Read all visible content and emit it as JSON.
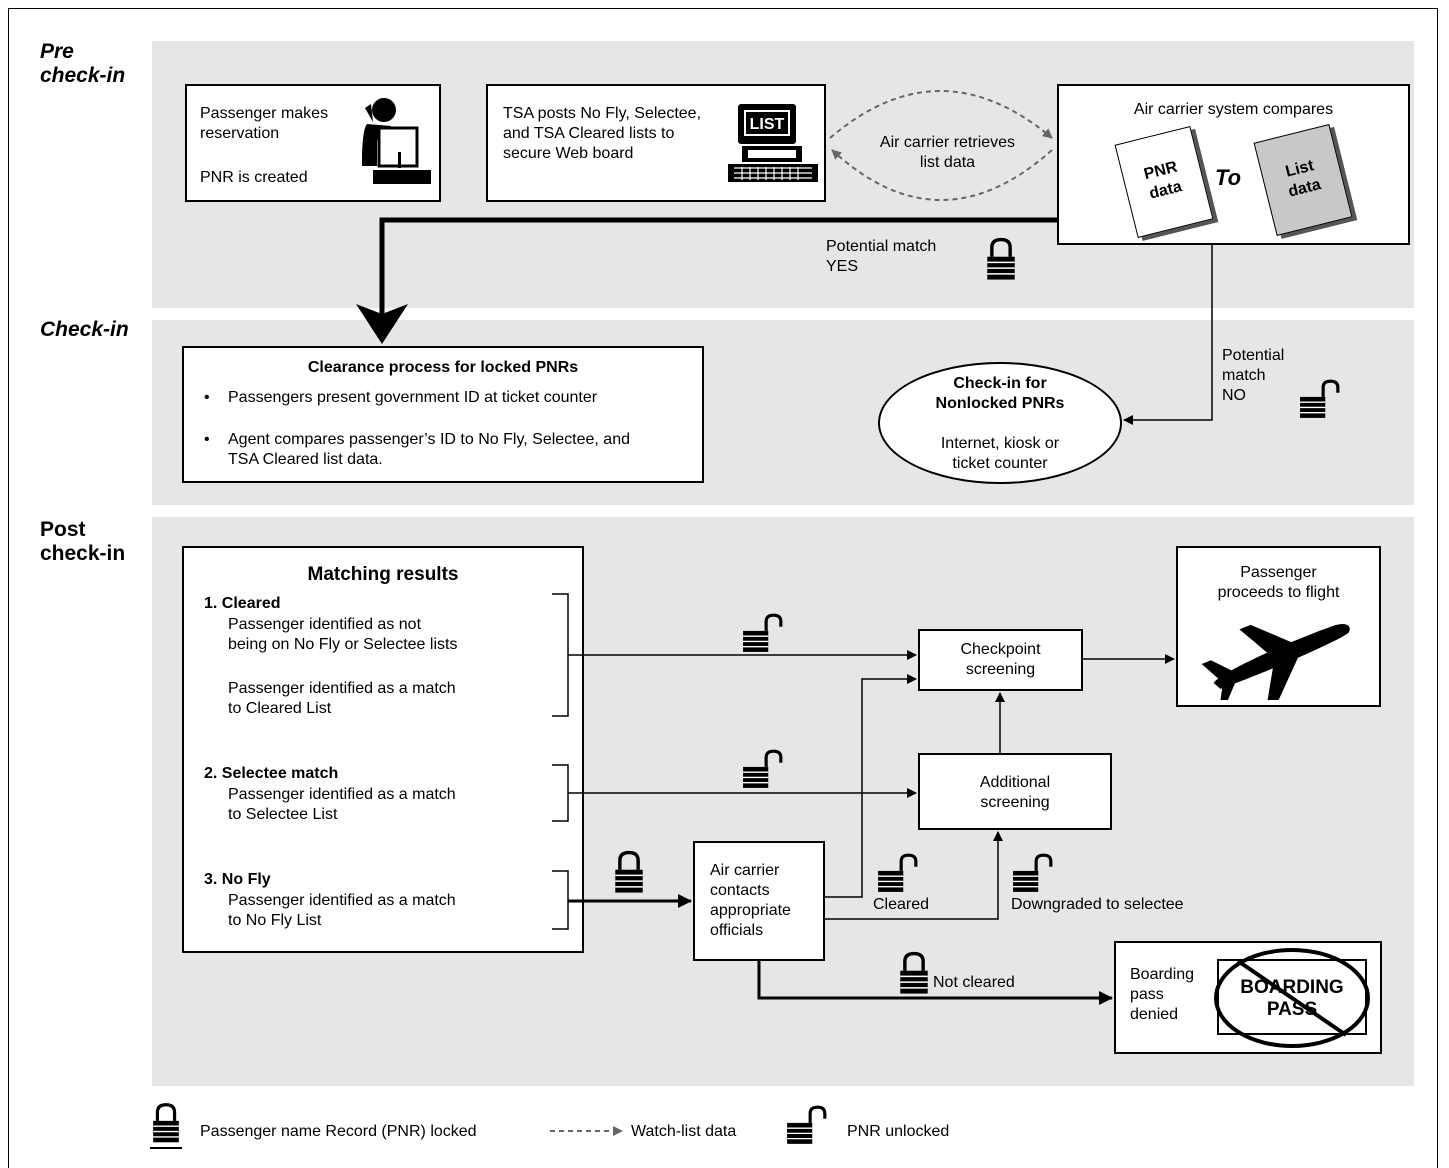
{
  "phases": {
    "pre": "Pre\ncheck-in",
    "check": "Check-in",
    "post": "Post\ncheck-in"
  },
  "pre": {
    "reservation_line1": "Passenger makes\nreservation",
    "reservation_line2": "PNR is created",
    "tsa_text": "TSA posts No Fly, Selectee,\nand TSA Cleared lists to\nsecure Web board",
    "list_label": "LIST",
    "retrieve_label": "Air carrier retrieves\nlist data",
    "compare_title": "Air carrier system compares",
    "pnr_doc": "PNR\ndata",
    "to_label": "To",
    "list_doc": "List\ndata",
    "match_yes": "Potential match\nYES"
  },
  "checkin": {
    "clearance_title": "Clearance process for locked PNRs",
    "clearance_items": [
      "Passengers present government ID at ticket counter",
      "Agent compares passenger’s ID to No Fly, Selectee, and\nTSA Cleared list data."
    ],
    "match_no": "Potential\nmatch\nNO",
    "nonlocked_title": "Check-in for\nNonlocked PNRs",
    "nonlocked_sub": "Internet, kiosk or\nticket counter"
  },
  "post": {
    "matching_title": "Matching results",
    "cleared_head": "1. Cleared",
    "cleared_a": "Passenger identified as not\nbeing on No Fly or Selectee lists",
    "cleared_b": "Passenger identified as a match\nto Cleared List",
    "selectee_head": "2. Selectee match",
    "selectee_text": "Passenger identified as a match\nto Selectee List",
    "nofly_head": "3. No Fly",
    "nofly_text": "Passenger identified as a match\nto No Fly List",
    "checkpoint": "Checkpoint\nscreening",
    "additional": "Additional\nscreening",
    "proceeds": "Passenger\nproceeds to flight",
    "contacts": "Air carrier\ncontacts\nappropriate\nofficials",
    "cleared_label": "Cleared",
    "downgraded_label": "Downgraded to selectee",
    "not_cleared_label": "Not cleared",
    "denied": "Boarding\npass\ndenied",
    "pass_text": "BOARDING\nPASS"
  },
  "legend": {
    "locked": "Passenger name Record (PNR) locked",
    "watch": "Watch-list data",
    "unlocked": "PNR unlocked"
  },
  "icons": [
    "person-at-computer-icon",
    "computer-list-icon",
    "airplane-icon",
    "lock-closed-icon",
    "lock-open-icon",
    "no-boarding-pass-icon"
  ]
}
